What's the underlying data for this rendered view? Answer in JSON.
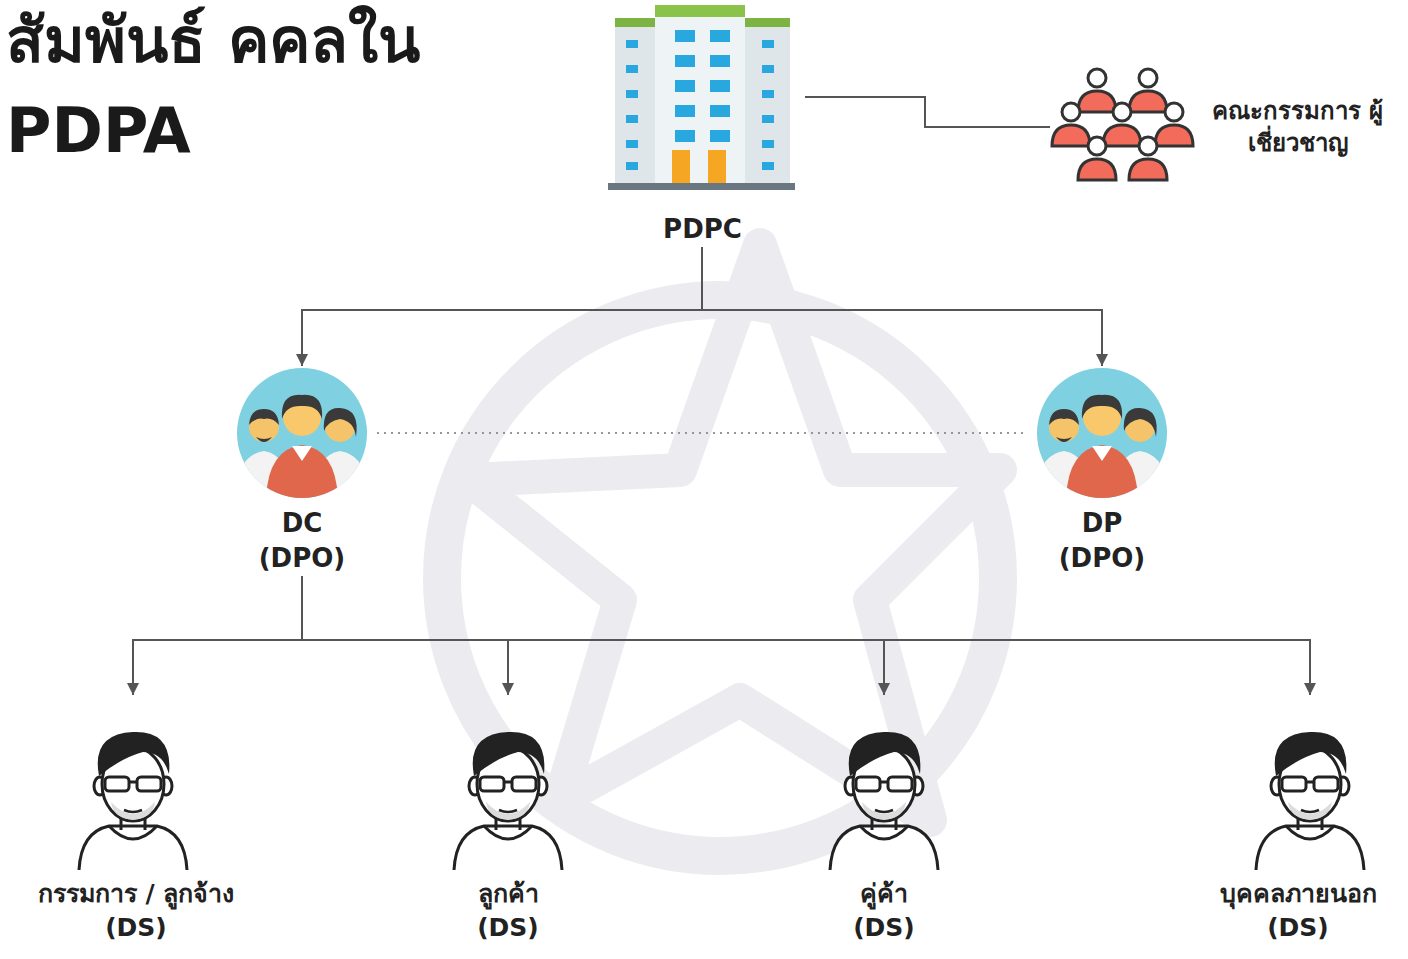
{
  "diagram": {
    "title": "สัมพันธ์ คคลใน PDPA",
    "nodes": [
      {
        "text": [
          "PDPC"
        ]
      },
      {
        "text": [
          "คณะกรรมการ ผู้เชี่ยวชาญ"
        ]
      },
      {
        "text": [
          "DC (DPO)"
        ]
      },
      {
        "text": [
          "DP (DPO)"
        ]
      },
      {
        "text": [
          "กรรมการ / ลูกจ้าง (DS)"
        ]
      },
      {
        "text": [
          "ลูกค้า (DS)"
        ]
      },
      {
        "text": [
          "คู่ค้า (DS)"
        ]
      },
      {
        "text": [
          "บุคคลภายนอก (DS)"
        ]
      }
    ],
    "edges": [
      {
        "from": 0,
        "to": 1,
        "arrow": "none"
      },
      {
        "from": 0,
        "to": 2,
        "arrow": "to"
      },
      {
        "from": 0,
        "to": 3,
        "arrow": "to"
      },
      {
        "from": 2,
        "to": 3,
        "arrow": "none"
      },
      {
        "from": 2,
        "to": 4,
        "arrow": "to"
      },
      {
        "from": 2,
        "to": 5,
        "arrow": "to"
      },
      {
        "from": 2,
        "to": 6,
        "arrow": "to"
      },
      {
        "from": 2,
        "to": 7,
        "arrow": "to"
      }
    ]
  }
}
